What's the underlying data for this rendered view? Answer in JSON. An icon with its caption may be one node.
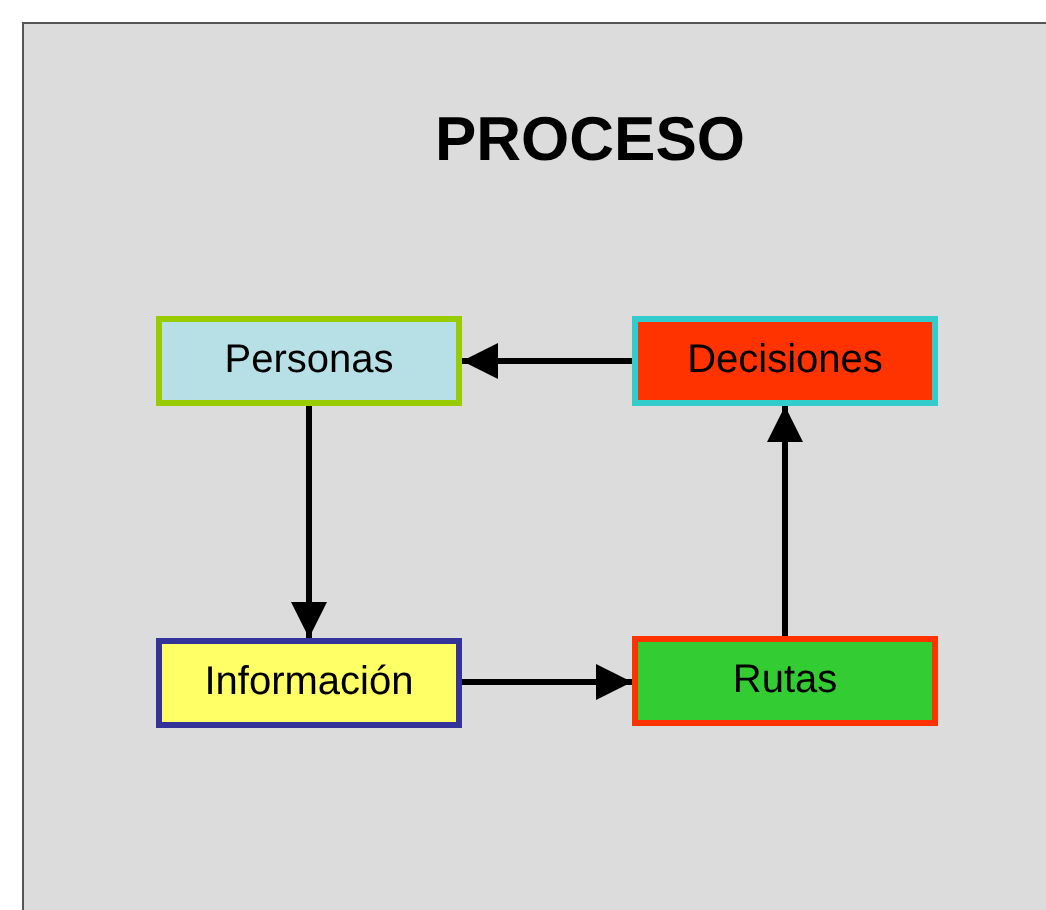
{
  "diagram": {
    "title": "PROCESO",
    "nodes": [
      {
        "text": [
          "Personas"
        ]
      },
      {
        "text": [
          "Decisiones"
        ]
      },
      {
        "text": [
          "Información"
        ]
      },
      {
        "text": [
          "Rutas"
        ]
      }
    ],
    "edges": [
      {
        "from": 1,
        "to": 0,
        "arrow": "to"
      },
      {
        "from": 0,
        "to": 2,
        "arrow": "to"
      },
      {
        "from": 2,
        "to": 3,
        "arrow": "to"
      },
      {
        "from": 3,
        "to": 1,
        "arrow": "to"
      }
    ]
  }
}
